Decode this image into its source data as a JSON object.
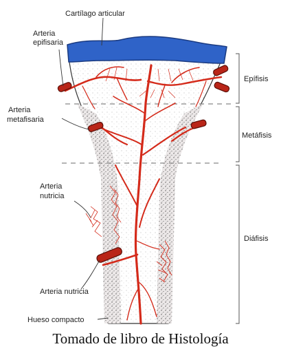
{
  "labels": {
    "cartilago": "Cartílago articular",
    "arteria_epifisaria_1": "Arteria",
    "arteria_epifisaria_2": "epifisaria",
    "arteria_metafisaria_1": "Arteria",
    "arteria_metafisaria_2": "metafisaria",
    "arteria_nutricia_top_1": "Arteria",
    "arteria_nutricia_top_2": "nutricia",
    "arteria_nutricia_bottom": "Arteria nutricia",
    "hueso_compacto": "Hueso compacto"
  },
  "regions": {
    "epifisis": "Epífisis",
    "metafisis": "Metáfisis",
    "diafisis": "Diáfisis"
  },
  "caption": "Tomado de libro de Histología",
  "colors": {
    "cartilage": "#2f63c8",
    "artery": "#d42a1a",
    "artery_dark": "#7a1510",
    "bone_shade": "#c9c3c3"
  }
}
